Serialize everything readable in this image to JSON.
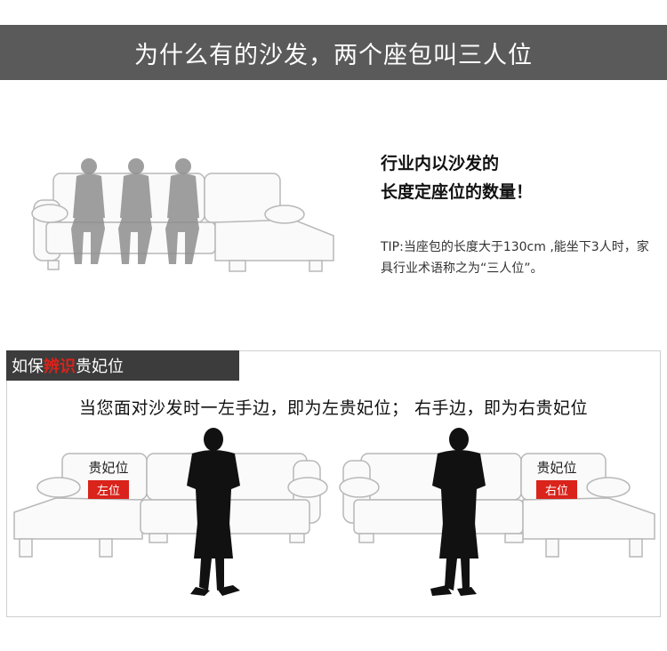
{
  "banner": {
    "title": "为什么有的沙发，两个座包叫三人位"
  },
  "intro": {
    "headline_line1": "行业内以沙发的",
    "headline_line2": "长度定座位的数量！",
    "tip": "TIP:当座包的长度大于130cm ,能坐下3人时，家具行业术语称之为“三人位”。"
  },
  "section": {
    "tag_prefix": "如保",
    "tag_highlight": "辨识",
    "tag_suffix": "贵妃位",
    "rule": "当您面对沙发时一左手边，即为左贵妃位；  右手边，即为右贵妃位"
  },
  "left_sofa": {
    "badge_title": "贵妃位",
    "badge_label": "左位"
  },
  "right_sofa": {
    "badge_title": "贵妃位",
    "badge_label": "右位"
  },
  "colors": {
    "banner_bg": "#5a5a5a",
    "accent_red": "#d9231b",
    "tag_bg": "#3c3c3c"
  }
}
